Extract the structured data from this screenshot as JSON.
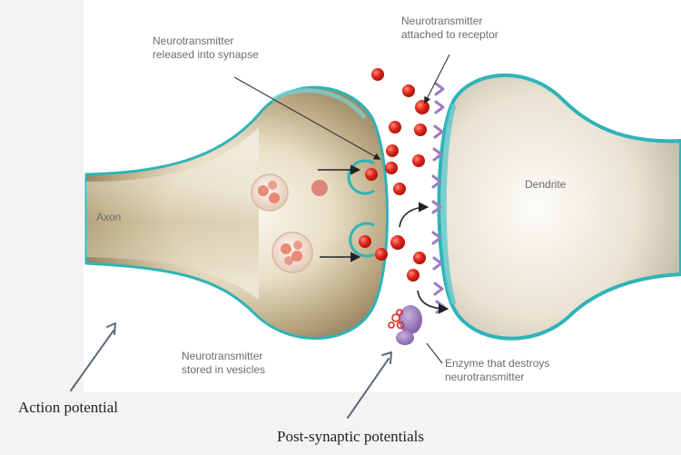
{
  "labels": {
    "released_line1": "Neurotransmitter",
    "released_line2": "released into synapse",
    "attached_line1": "Neurotransmitter",
    "attached_line2": "attached to receptor",
    "axon": "Axon",
    "dendrite": "Dendrite",
    "stored_line1": "Neurotransmitter",
    "stored_line2": "stored in vesicles",
    "enzyme_line1": "Enzyme that destroys",
    "enzyme_line2": "neurotransmitter"
  },
  "captions": {
    "action_potential": "Action potential",
    "post_synaptic": "Post-synaptic potentials"
  },
  "colors": {
    "neurotransmitter": "#e0281b",
    "receptor": "#9a7fc0",
    "membrane": "#2fb3b8",
    "enzyme": "#8e6fb0",
    "background": "#f3f3f3"
  }
}
